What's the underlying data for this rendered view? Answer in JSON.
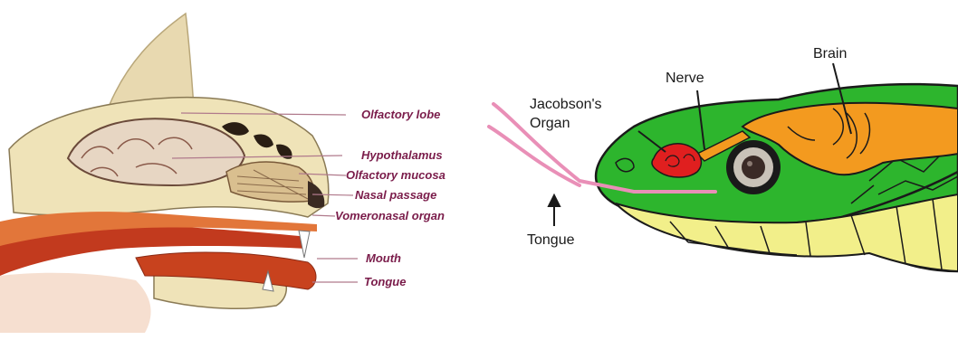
{
  "cat_diagram": {
    "labels": {
      "olfactory_lobe": "Olfactory lobe",
      "hypothalamus": "Hypothalamus",
      "olfactory_mucosa": "Olfactory mucosa",
      "nasal_passage": "Nasal passage",
      "vomeronasal_organ": "Vomeronasal organ",
      "mouth": "Mouth",
      "tongue": "Tongue"
    },
    "label_color": "#7a1c4a",
    "leader_color": "#b07a8c"
  },
  "snake_diagram": {
    "labels": {
      "jacobsons_organ_line1": "Jacobson's",
      "jacobsons_organ_line2": "Organ",
      "nerve": "Nerve",
      "brain": "Brain",
      "tongue": "Tongue"
    },
    "colors": {
      "body": "#2db52d",
      "belly": "#f2ef8a",
      "brain": "#f39a1f",
      "organ": "#e01f1f",
      "tongue": "#e98fb7",
      "outline": "#1a1a1a"
    }
  }
}
